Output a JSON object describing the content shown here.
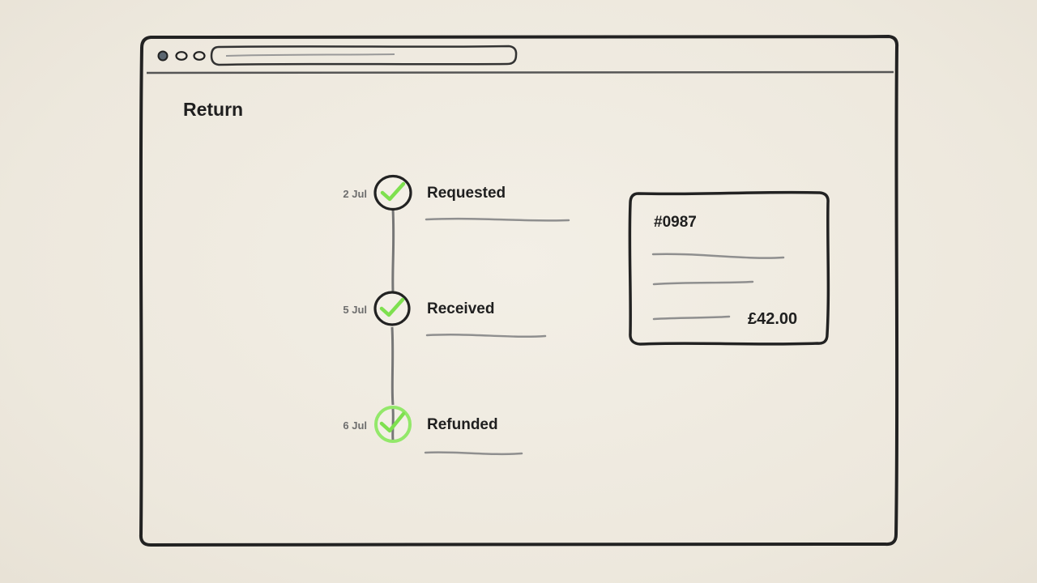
{
  "page": {
    "title": "Return"
  },
  "timeline": {
    "steps": [
      {
        "date": "2 Jul",
        "label": "Requested",
        "state": "complete"
      },
      {
        "date": "5 Jul",
        "label": "Received",
        "state": "complete"
      },
      {
        "date": "6 Jul",
        "label": "Refunded",
        "state": "current-complete"
      }
    ]
  },
  "order_card": {
    "number": "#0987",
    "amount": "£42.00"
  },
  "colors": {
    "background": "#efeadf",
    "ink": "#1f1f1f",
    "muted_line": "#8f8f8f",
    "check_green": "#7ee04f",
    "active_ring": "#93e86a"
  },
  "icons": {
    "window_controls": [
      "window-dot-icon",
      "window-dot-icon",
      "window-dot-icon"
    ],
    "step_check": "check-icon"
  }
}
